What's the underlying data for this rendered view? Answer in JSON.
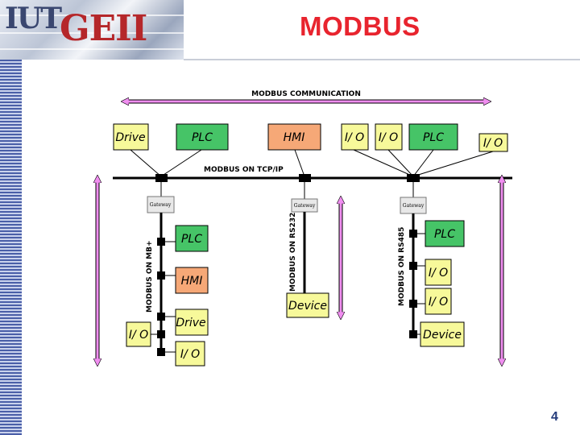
{
  "page": {
    "title": "MODBUS",
    "page_number": "4",
    "logo_text_1": "IUT",
    "logo_text_2": "GEII"
  },
  "colors": {
    "box_fill": "#f7f99a",
    "plc_fill": "#46c467",
    "hmi_fill": "#f6a877",
    "arrow": "#f08ef0",
    "title": "#e8242e"
  },
  "diagram": {
    "communication_label": "MODBUS COMMUNICATION",
    "tcp_label": "MODBUS ON TCP/IP",
    "mbplus_label": "MODBUS ON MB+",
    "rs232_label": "MODBUS ON RS232",
    "rs485_label": "MODBUS ON RS485",
    "top_devices": [
      "Drive",
      "PLC",
      "HMI",
      "I/ O",
      "I/ O",
      "PLC",
      "I/ O"
    ],
    "gateways": [
      "Gateway",
      "Gateway",
      "Gateway"
    ],
    "mbplus_devices": [
      "PLC",
      "HMI",
      "Drive",
      "I/ O",
      "I/ O"
    ],
    "rs232_devices": [
      "Device"
    ],
    "rs485_devices": [
      "PLC",
      "I/ O",
      "I/ O",
      "Device"
    ]
  }
}
